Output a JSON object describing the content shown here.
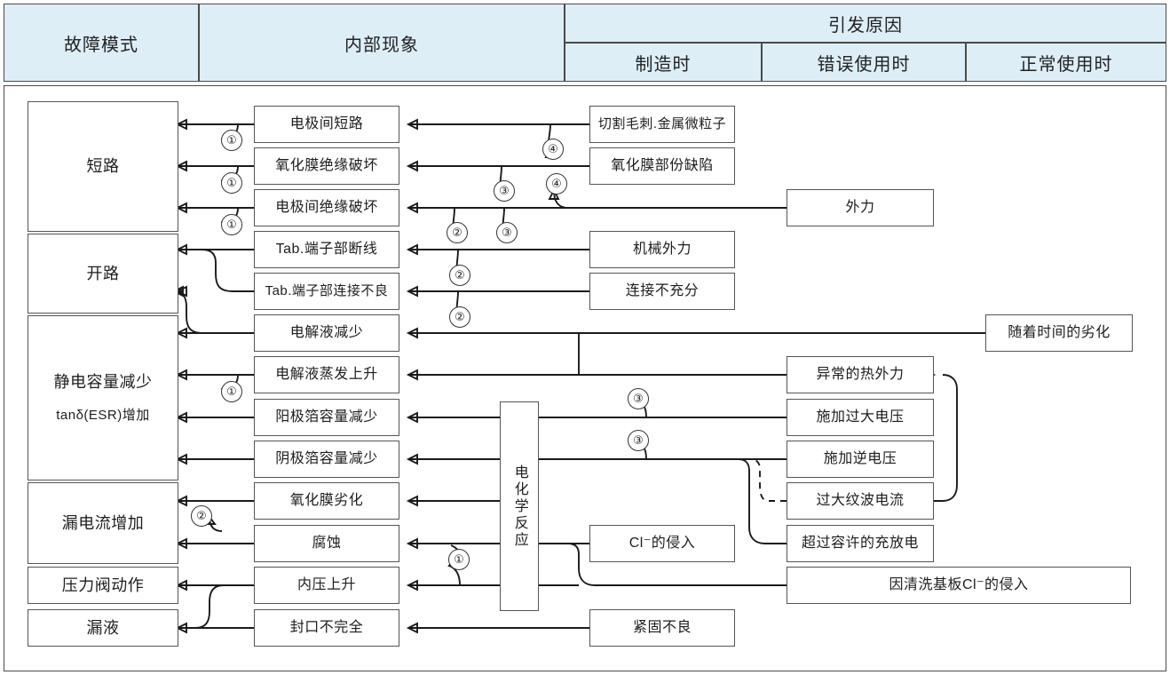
{
  "header": {
    "col_failure_mode": "故障模式",
    "col_internal": "内部现象",
    "col_causes": "引发原因",
    "sub_manufacturing": "制造时",
    "sub_misuse": "错误使用时",
    "sub_normal": "正常使用时"
  },
  "failure_modes": [
    {
      "label": "短路"
    },
    {
      "label": "开路"
    },
    {
      "label": "静电容量减少",
      "sub": "tanδ(ESR)增加"
    },
    {
      "label": "漏电流增加"
    },
    {
      "label": "压力阀动作"
    },
    {
      "label": "漏液"
    }
  ],
  "internal": [
    {
      "label": "电极间短路"
    },
    {
      "label": "氧化膜绝缘破坏"
    },
    {
      "label": "电极间绝缘破坏"
    },
    {
      "label": "Tab.端子部断线"
    },
    {
      "label": "Tab.端子部连接不良"
    },
    {
      "label": "电解液减少"
    },
    {
      "label": "电解液蒸发上升"
    },
    {
      "label": "阳极箔容量减少"
    },
    {
      "label": "阴极箔容量减少"
    },
    {
      "label": "氧化膜劣化"
    },
    {
      "label": "腐蚀"
    },
    {
      "label": "内压上升"
    },
    {
      "label": "封口不完全"
    }
  ],
  "causes_manufacturing": [
    {
      "label": "切割毛刺.金属微粒子"
    },
    {
      "label": "氧化膜部份缺陷"
    },
    {
      "label": "机械外力"
    },
    {
      "label": "连接不充分"
    },
    {
      "label": "Cl⁻的侵入"
    },
    {
      "label": "紧固不良"
    }
  ],
  "causes_misuse": [
    {
      "label": "外力"
    },
    {
      "label": "异常的热外力"
    },
    {
      "label": "施加过大电压"
    },
    {
      "label": "施加逆电压"
    },
    {
      "label": "过大纹波电流"
    },
    {
      "label": "超过容许的充放电"
    },
    {
      "label": "因清洗基板Cl⁻的侵入"
    }
  ],
  "causes_normal": [
    {
      "label": "随着时间的劣化"
    }
  ],
  "electrochemical": {
    "label": "电化学反应"
  },
  "markers": [
    {
      "n": "①"
    },
    {
      "n": "①"
    },
    {
      "n": "①"
    },
    {
      "n": "①"
    },
    {
      "n": "①"
    },
    {
      "n": "②"
    },
    {
      "n": "②"
    },
    {
      "n": "②"
    },
    {
      "n": "②"
    },
    {
      "n": "③"
    },
    {
      "n": "③"
    },
    {
      "n": "③"
    },
    {
      "n": "③"
    },
    {
      "n": "④"
    },
    {
      "n": "④"
    }
  ],
  "colors": {
    "header_bg": "#ddeef7",
    "border": "#4a4a4a",
    "node_border": "#555555",
    "wire": "#1a1a1a",
    "text": "#1d1d1d"
  }
}
